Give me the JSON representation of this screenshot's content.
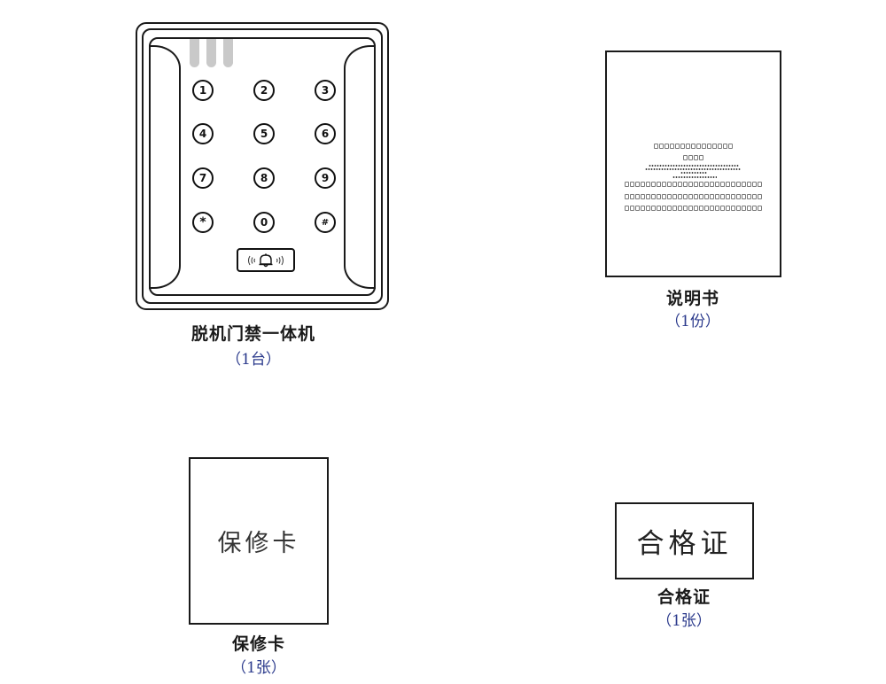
{
  "items": {
    "device": {
      "title": "脱机门禁一体机",
      "quantity": "（1台）",
      "keypad": {
        "keys": [
          "1",
          "2",
          "3",
          "4",
          "5",
          "6",
          "7",
          "8",
          "9",
          "*",
          "0",
          "#"
        ]
      },
      "leds": 3,
      "doorbell_icon": "bell-icon"
    },
    "manual": {
      "title": "说明书",
      "quantity": "（1份）",
      "placeholder_lines": [
        15,
        4,
        26,
        26,
        26
      ]
    },
    "warranty_card": {
      "card_text": "保修卡",
      "title": "保修卡",
      "quantity": "（1张）"
    },
    "certificate": {
      "card_text": "合格证",
      "title": "合格证",
      "quantity": "（1张）"
    }
  },
  "colors": {
    "outline": "#1a1a1a",
    "quantity_text": "#2b3a8c",
    "led": "#c9c9c9"
  }
}
